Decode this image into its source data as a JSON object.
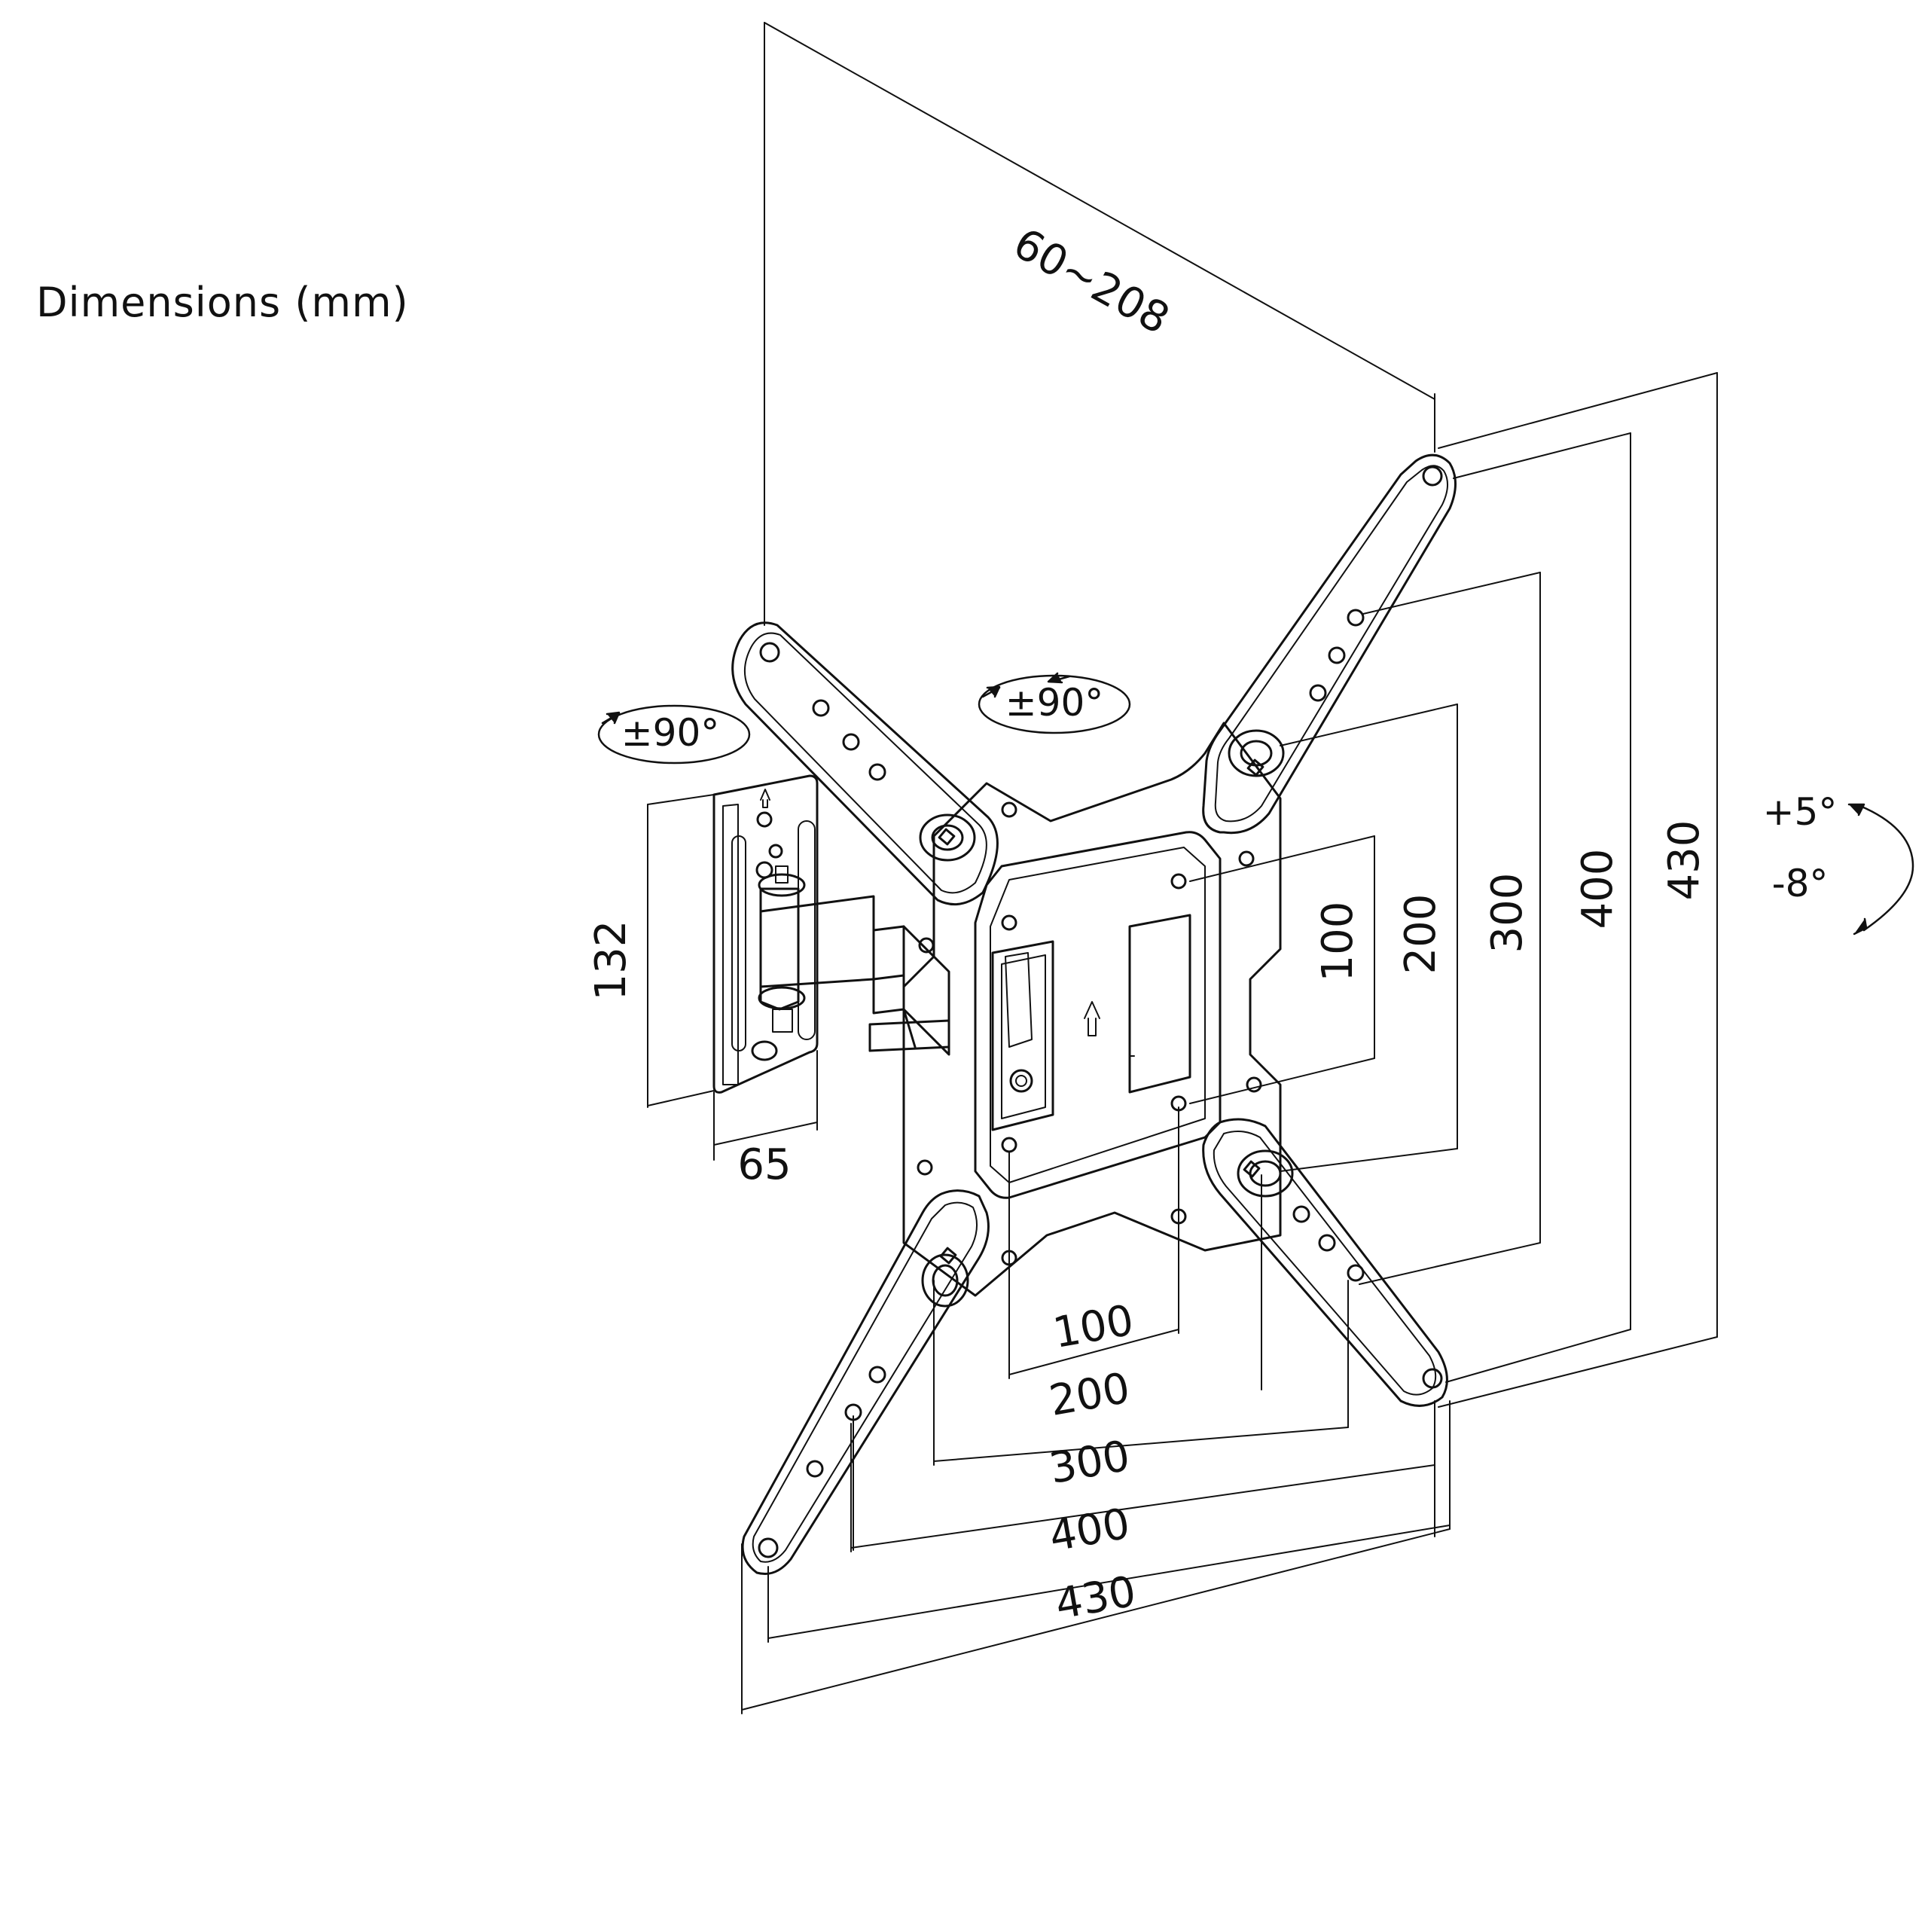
{
  "title": "Dimensions (mm)",
  "dims": {
    "depth": "60~208",
    "wall_plate_height": "132",
    "wall_plate_width": "65",
    "h100": "100",
    "h200": "200",
    "h300": "300",
    "h400": "400",
    "h430": "430",
    "v100": "100",
    "v200": "200",
    "v300": "300",
    "v400": "400",
    "v430": "430"
  },
  "rotation": {
    "swivel_wall": "±90°",
    "swivel_head": "±90°",
    "tilt_up": "+5°",
    "tilt_down": "-8°"
  },
  "colors": {
    "line": "#111111",
    "background": "#ffffff"
  }
}
